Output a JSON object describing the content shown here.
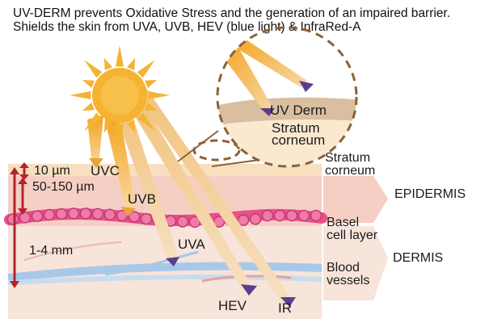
{
  "title": "UV-DERM prevents Oxidative Stress and the generation of an impaired barrier. Shields the skin from UVA, UVB, HEV (blue light) & InfraRed-A",
  "depths": {
    "uvc": "10 µm",
    "uvb": "50-150 µm",
    "uva": "1-4 mm"
  },
  "rays": {
    "uvc": "UVC",
    "uvb": "UVB",
    "uva": "UVA",
    "hev": "HEV",
    "ir": "IR"
  },
  "inset": {
    "uvderm": "UV Derm",
    "stratum": "Stratum",
    "corneum": "corneum"
  },
  "layers": {
    "stratum_1": "Stratum",
    "stratum_2": "corneum",
    "epidermis": "EPIDERMIS",
    "basel_1": "Basel",
    "basel_2": "cell layer",
    "dermis": "DERMIS",
    "blood_1": "Blood",
    "blood_2": "vessels"
  },
  "colors": {
    "sun": "#f5b332",
    "stratum": "#f7dfbf",
    "epidermis": "#f6cfc4",
    "dermis": "#f7e4da",
    "basal_cells": "#e8508a",
    "depth_arrows": "#b3242c",
    "ray_heads": "#5b3e8f",
    "blood_vessel": "#a8c8e8"
  }
}
